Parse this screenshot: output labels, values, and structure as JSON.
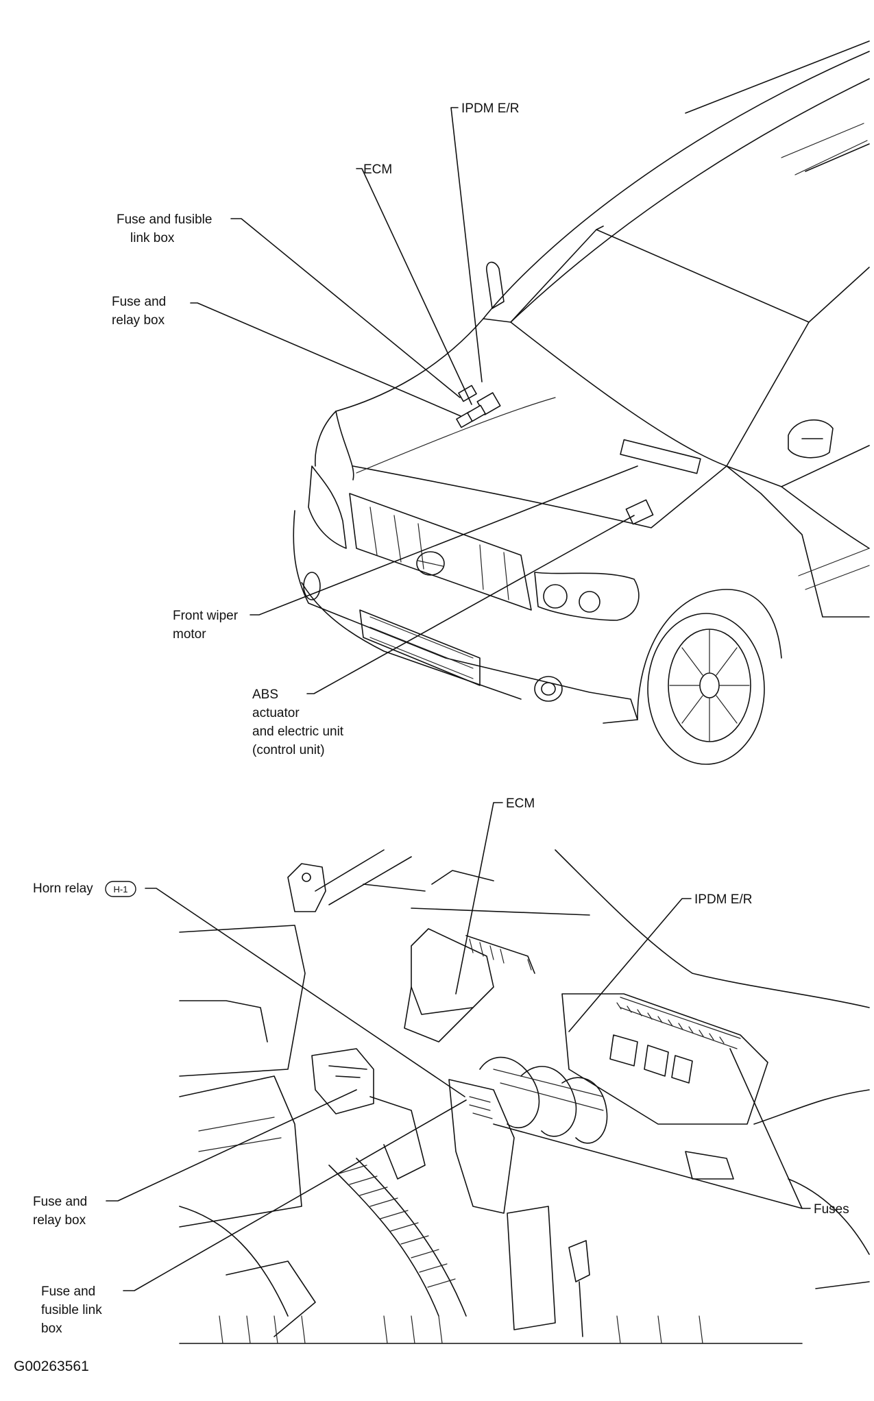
{
  "figure_id": "G00263561",
  "top_view": {
    "labels": {
      "ipdm": "IPDM E/R",
      "ecm": "ECM",
      "fuse_link_box_1": "Fuse and fusible",
      "fuse_link_box_2": "link box",
      "fuse_relay_box_1": "Fuse and",
      "fuse_relay_box_2": "relay box",
      "wiper_1": "Front wiper",
      "wiper_2": "motor",
      "abs_1": "ABS",
      "abs_2": "actuator",
      "abs_3": "and electric unit",
      "abs_4": "(control unit)"
    }
  },
  "bottom_view": {
    "labels": {
      "ecm": "ECM",
      "horn_relay": "Horn relay",
      "horn_badge": "H-1",
      "ipdm": "IPDM E/R",
      "fuse_relay_box_1": "Fuse and",
      "fuse_relay_box_2": "relay box",
      "fuses": "Fuses",
      "fuse_link_box_1": "Fuse and",
      "fuse_link_box_2": "fusible link",
      "fuse_link_box_3": "box"
    }
  }
}
